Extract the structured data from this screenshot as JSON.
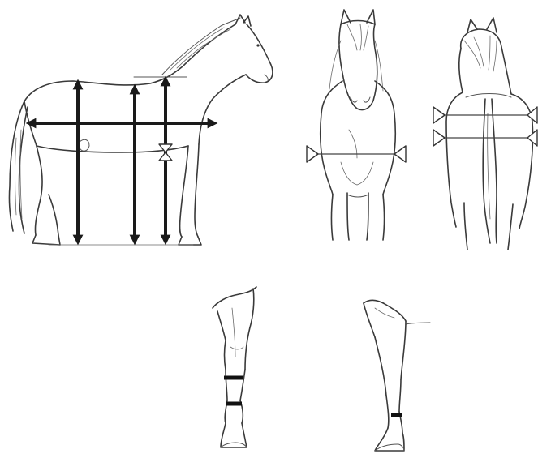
{
  "figure": {
    "panels": [
      {
        "id": "side-view",
        "measurements": [
          "body-length",
          "height-at-withers",
          "height-at-croup",
          "chest-depth",
          "cannon-circumference"
        ]
      },
      {
        "id": "front-view",
        "measurements": [
          "chest-width-tape"
        ]
      },
      {
        "id": "rear-view",
        "measurements": [
          "hip-width-tape",
          "thigh-width-tape"
        ]
      },
      {
        "id": "front-leg-view",
        "measurements": [
          "cannon-band",
          "pastern-band"
        ]
      },
      {
        "id": "hind-leg-view",
        "measurements": [
          "hind-pastern-band"
        ]
      }
    ],
    "colors": {
      "line": "#3a3a3a",
      "arrow": "#1a1a1a",
      "background": "#ffffff"
    }
  }
}
